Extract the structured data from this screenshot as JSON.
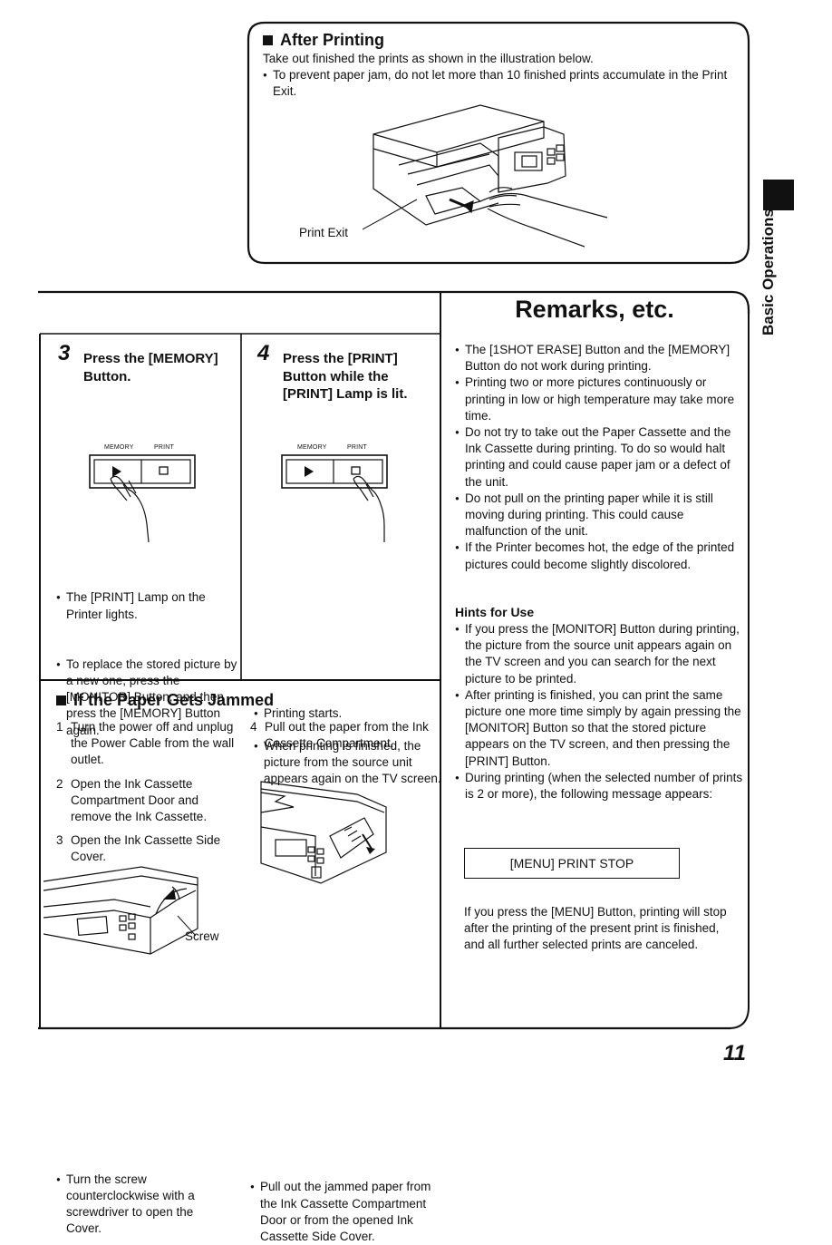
{
  "after_printing": {
    "heading": "After Printing",
    "intro": "Take out finished the prints as shown in the illustration below.",
    "bullet": "To prevent paper jam, do not let more than 10 finished prints accumulate in the Print Exit.",
    "illustration_label": "Print Exit"
  },
  "side_tab": {
    "label": "Basic Operations"
  },
  "step3": {
    "number": "3",
    "title_line1": "Press the [MEMORY]",
    "title_line2": "Button.",
    "memory_label": "MEMORY",
    "print_label": "PRINT",
    "bullets": [
      "The [PRINT] Lamp on the Printer lights.",
      "To replace the stored picture by a new one, press the [MONITOR] Button, and then press the [MEMORY] Button again."
    ]
  },
  "step4": {
    "number": "4",
    "title_line1": "Press the [PRINT]",
    "title_line2": "Button while the",
    "title_line3": "[PRINT] Lamp is lit.",
    "memory_label": "MEMORY",
    "print_label": "PRINT",
    "bullets": [
      "Printing starts.",
      "When printing is finished, the picture from the source unit appears again on the TV screen."
    ]
  },
  "paper_jam": {
    "heading": "If the Paper Gets Jammed",
    "items": [
      {
        "num": "1",
        "text": "Turn the power off and unplug the Power Cable from the wall outlet."
      },
      {
        "num": "2",
        "text": "Open the Ink Cassette Compartment Door and remove the Ink Cassette."
      },
      {
        "num": "3",
        "text": "Open the Ink Cassette Side Cover."
      },
      {
        "num": "4",
        "text": "Pull out the paper from the Ink Cassette Compartment."
      }
    ],
    "screw_label": "Screw",
    "bullet_left": "Turn the screw counterclockwise with a screwdriver to open the Cover.",
    "bullet_right": "Pull out the jammed paper from the Ink Cassette Compartment Door or from the opened Ink Cassette Side Cover."
  },
  "remarks": {
    "heading": "Remarks, etc.",
    "bullets": [
      "The [1SHOT ERASE] Button and the [MEMORY] Button do not work during printing.",
      "Printing two or more pictures continuously or printing in low or high temperature may take more time.",
      "Do not try to take out the Paper Cassette and the Ink Cassette during printing. To do so would halt printing and could cause paper jam or a defect of the unit.",
      "Do not pull on the printing paper while it is still moving during printing. This could cause malfunction of the unit.",
      "If the Printer becomes hot, the edge of the printed pictures could become slightly discolored."
    ],
    "hints_heading": "Hints for Use",
    "hints": [
      "If you press the [MONITOR] Button during printing, the picture from the source unit appears again on the TV screen and you can search for the next picture to be printed.",
      "After printing is finished, you can print the same picture one more time simply by again pressing the [MONITOR] Button so that the stored picture appears on the TV screen, and then pressing the [PRINT] Button.",
      "During printing (when the selected number of prints is 2 or more), the following message appears:"
    ],
    "message_box": "[MENU] PRINT STOP",
    "closing": "If you press the [MENU] Button, printing will stop after the printing of the present print is finished, and all further selected prints are canceled."
  },
  "page_number": "11"
}
